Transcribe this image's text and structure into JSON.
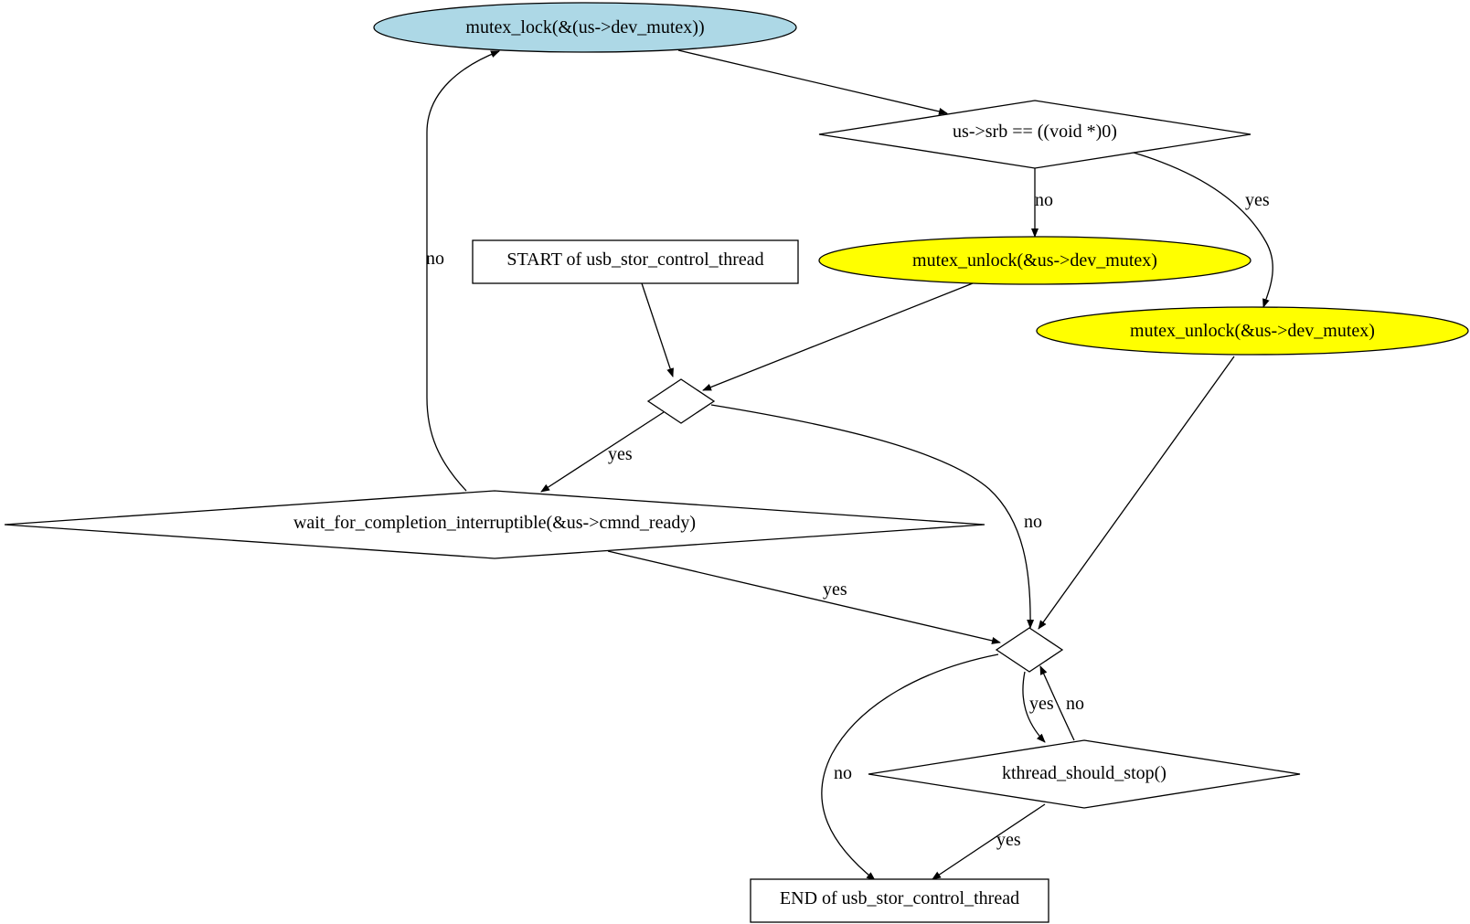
{
  "nodes": {
    "mutex_lock": {
      "label": "mutex_lock(&(us->dev_mutex))",
      "fill": "#add8e6"
    },
    "srb_check": {
      "label": "us->srb == ((void *)0)",
      "fill": "#ffffff"
    },
    "start": {
      "label": "START of usb_stor_control_thread",
      "fill": "#ffffff"
    },
    "unlock_no": {
      "label": "mutex_unlock(&us->dev_mutex)",
      "fill": "#ffff00"
    },
    "unlock_yes": {
      "label": "mutex_unlock(&us->dev_mutex)",
      "fill": "#ffff00"
    },
    "merge_1": {
      "label": "",
      "fill": "#ffffff"
    },
    "wait": {
      "label": "wait_for_completion_interruptible(&us->cmnd_ready)",
      "fill": "#ffffff"
    },
    "merge_2": {
      "label": "",
      "fill": "#ffffff"
    },
    "kthread": {
      "label": "kthread_should_stop()",
      "fill": "#ffffff"
    },
    "end": {
      "label": "END of usb_stor_control_thread",
      "fill": "#ffffff"
    }
  },
  "edges": {
    "lock_to_srb": {
      "label": ""
    },
    "srb_no": {
      "label": "no"
    },
    "srb_yes": {
      "label": "yes"
    },
    "start_to_merge1": {
      "label": ""
    },
    "unlockno_to_merge1": {
      "label": ""
    },
    "merge1_yes": {
      "label": "yes"
    },
    "merge1_no": {
      "label": "no"
    },
    "wait_no": {
      "label": "no"
    },
    "wait_yes": {
      "label": "yes"
    },
    "unlockyes_to_merge2": {
      "label": ""
    },
    "merge2_yes": {
      "label": "yes"
    },
    "kthread_no": {
      "label": "no"
    },
    "merge2_no": {
      "label": "no"
    },
    "kthread_yes": {
      "label": "yes"
    }
  }
}
